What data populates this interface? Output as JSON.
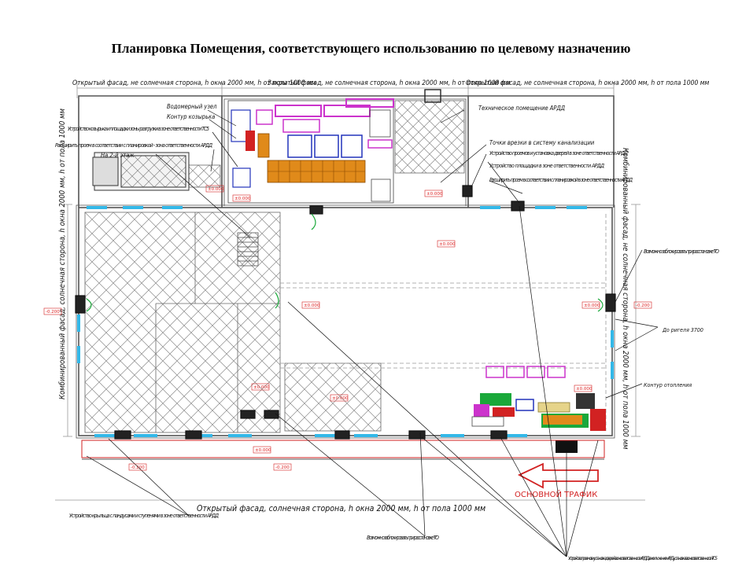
{
  "title": "Планировка Помещения, соответствующего использованию по целевому назначению",
  "facades": {
    "top_left": "Открытый фасад, не солнечная сторона, h окна 2000 мм, h от пола 1000 мм",
    "top_middle": "Закрытый фасад, не солнечная сторона, h окна 2000 мм, h от пола 1000 мм",
    "top_right": "Открытый фасад, не солнечная сторона, h окна 2000 мм, h от пола 1000 мм",
    "left": "Комбинированный фасад, солнечная сторона, h окна 2000 мм, h от пола 1000 мм",
    "right": "Комбинированный фасад, не солнечная сторона, h окна 2000 мм, h от пола 1000 мм",
    "bottom": "Открытый фасад, солнечная сторона, h окна 2000 мм, h от пола 1000 мм"
  },
  "annotations": {
    "water_node": "Водомерный узел",
    "visor_contour": "Контур козырька",
    "visor_device": "Устройство козырька и площадки зоны разгрузки в зоне ответственности TC5",
    "expand_opening_1": "Расширить проем в соответствии с планировкой - зона ответственности АРДД",
    "to_second_floor": "На 2-й этаж",
    "tech_room": "Техническое помещение АРДД",
    "sewer_points": "Точки врезки в систему канализации",
    "door_opening_device": "Устройство проемов и установка дверей в зоне ответственности АРДД",
    "platform_device": "Устройство площадки в зоне ответственности АРДД",
    "expand_opening_2": "Расширить проем в соответствии с планировкой в зоне ответственности АРДД",
    "glazing_right": "Возможно заблокировать при расстановке ТО",
    "to_crossbar": "До ригеля 3700",
    "heating_contour": "Контур отопления",
    "porch_device": "Устройство крыльца с пандусами и ступенями в зоне ответственности АРДД",
    "glazing_bottom": "Возможно заблокировать при расстановке ТО",
    "doors_bottom": "Устройство проемов и установка дверей в зоне ответственности АРДД, за исключением АРД - установка в зоне ответственности TC5",
    "main_traffic": "ОСНОВНОЙ ТРАФИК"
  },
  "levels": {
    "l1": "±0.000",
    "l2": "±0.000",
    "l3": "±0.000",
    "l4": "±0.000",
    "l5": "±0.000",
    "l6": "±0.000",
    "l7": "±0.000",
    "l8": "±0.000",
    "l9": "±0.000",
    "l10": "±0.000",
    "m1": "-0.200",
    "m2": "-0.200",
    "m3": "-0.200",
    "m4": "-0.200"
  },
  "colors": {
    "accent_red": "#d22222",
    "equipment_blue": "#2233bb",
    "equipment_magenta": "#cc33cc",
    "equipment_orange": "#e08a1a",
    "equipment_green": "#1aa83a",
    "window_cyan": "#33b8e8",
    "hatch_gray": "#777777",
    "dim_gray": "#999999"
  }
}
